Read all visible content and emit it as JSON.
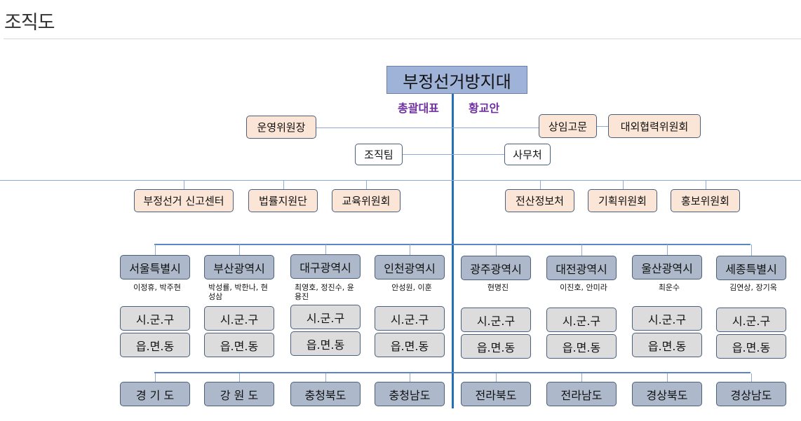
{
  "page_title": "조직도",
  "org": {
    "head": "부정선거방지대",
    "leader_role": "총괄대표",
    "leader_name": "황교안",
    "operations_chief": "운영위원장",
    "advisor": "상임고문",
    "external_committee": "대외협력위원회",
    "org_team": "조직팀",
    "secretariat": "사무처",
    "departments": [
      "부정선거 신고센터",
      "법률지원단",
      "교육위원회",
      "전산정보처",
      "기획위원회",
      "홍보위원회"
    ],
    "regions": [
      {
        "name": "서울특별시",
        "members": "이정휴, 박주현"
      },
      {
        "name": "부산광역시",
        "members": "박성률, 박한나, 현성삼"
      },
      {
        "name": "대구광역시",
        "members": "최영호, 정진수, 윤용진"
      },
      {
        "name": "인천광역시",
        "members": "안성원, 이훈"
      },
      {
        "name": "광주광역시",
        "members": "현명진"
      },
      {
        "name": "대전광역시",
        "members": "이진호, 안미라"
      },
      {
        "name": "울산광역시",
        "members": "최운수"
      },
      {
        "name": "세종특별시",
        "members": "김연상, 장기옥"
      }
    ],
    "sub_level_1": "시.군.구",
    "sub_level_2": "읍.면.동",
    "provinces": [
      "경 기 도",
      "강 원 도",
      "충청북도",
      "충청남도",
      "전라북도",
      "전라남도",
      "경상북도",
      "경상남도"
    ]
  }
}
